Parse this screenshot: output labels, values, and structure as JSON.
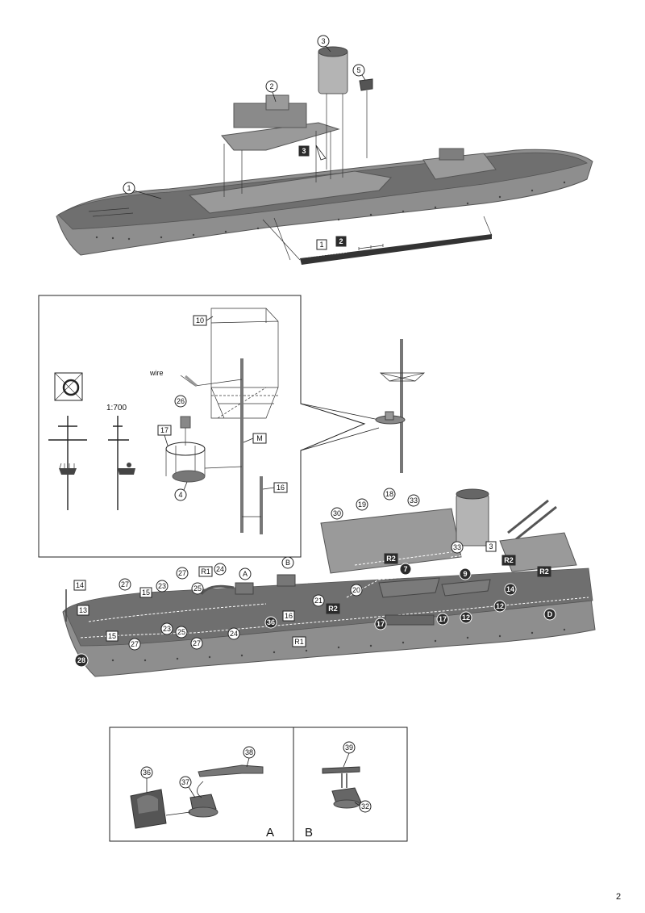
{
  "page_number": "2",
  "step1": {
    "callouts": [
      "1",
      "2",
      "3",
      "5"
    ],
    "box_labels": [
      "1"
    ],
    "dark_box_labels": [
      "2",
      "3"
    ]
  },
  "inset_mast": {
    "scale_label": "1:700",
    "wire_label": "wire",
    "callouts": [
      "26",
      "4"
    ],
    "box_labels": [
      "10",
      "17",
      "M",
      "16"
    ]
  },
  "step2": {
    "callouts": [
      "30",
      "19",
      "18",
      "33",
      "33",
      "B",
      "A",
      "24",
      "24",
      "27",
      "27",
      "27",
      "27",
      "23",
      "23",
      "25",
      "25",
      "21",
      "20",
      "7",
      "9",
      "14",
      "12",
      "12",
      "17",
      "17",
      "36",
      "D"
    ],
    "dark_callouts": [
      "28"
    ],
    "box_labels": [
      "14",
      "13",
      "15",
      "15",
      "R1",
      "R1",
      "16",
      "3"
    ],
    "dark_box_labels": [
      "R2",
      "R2",
      "R2",
      "R2"
    ]
  },
  "detail_a": {
    "letter": "A",
    "callouts": [
      "36",
      "37",
      "38"
    ]
  },
  "detail_b": {
    "letter": "B",
    "callouts": [
      "39",
      "32"
    ]
  },
  "colors": {
    "hull": "#8e8e8e",
    "deck": "#6f6f6f",
    "ink": "#222222"
  }
}
